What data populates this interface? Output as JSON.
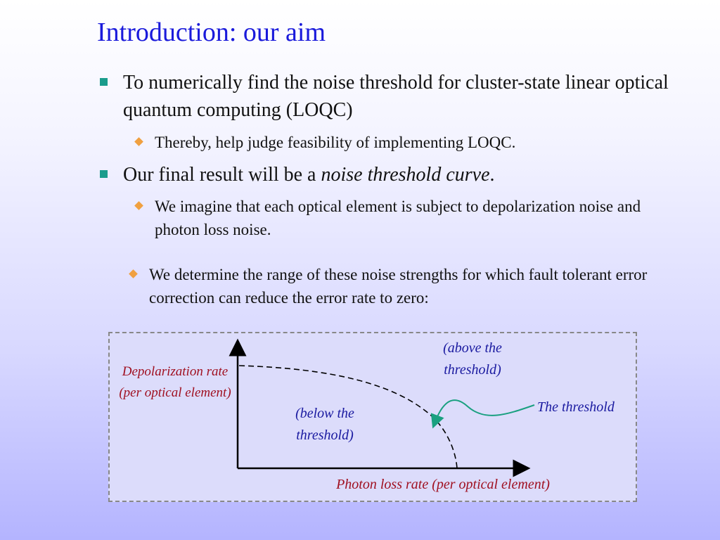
{
  "slide": {
    "title": "Introduction: our aim"
  },
  "bullets": {
    "b1_text": "To numerically find the noise threshold for cluster-state linear optical quantum computing (LOQC)",
    "s1_text": "Thereby, help judge feasibility of implementing LOQC.",
    "b2_prefix": "Our final result will be a ",
    "b2_emph": "noise threshold curve",
    "b2_suffix": ".",
    "s2_text": "We imagine that each optical element is subject to depolarization noise and photon loss noise.",
    "s3_text": "We determine the range of these noise strengths for which fault tolerant error correction can reduce the error rate to zero:"
  },
  "diagram": {
    "ylabel": "Depolarization rate (per optical element)",
    "xlabel": "Photon loss rate (per optical element)",
    "above_label": "(above the threshold)",
    "below_label": "(below the threshold)",
    "threshold_label": "The threshold",
    "colors": {
      "axis_label": "#a01020",
      "region_label": "#1a1aa0",
      "arrow": "#1aa080",
      "title": "#1a1adb",
      "bullet_marker": "#1a9c8c",
      "sub_marker": "#f0a040"
    }
  },
  "icons": {
    "bullet": "square-bullet-icon",
    "sub_bullet": "diamond-bullet-icon"
  }
}
